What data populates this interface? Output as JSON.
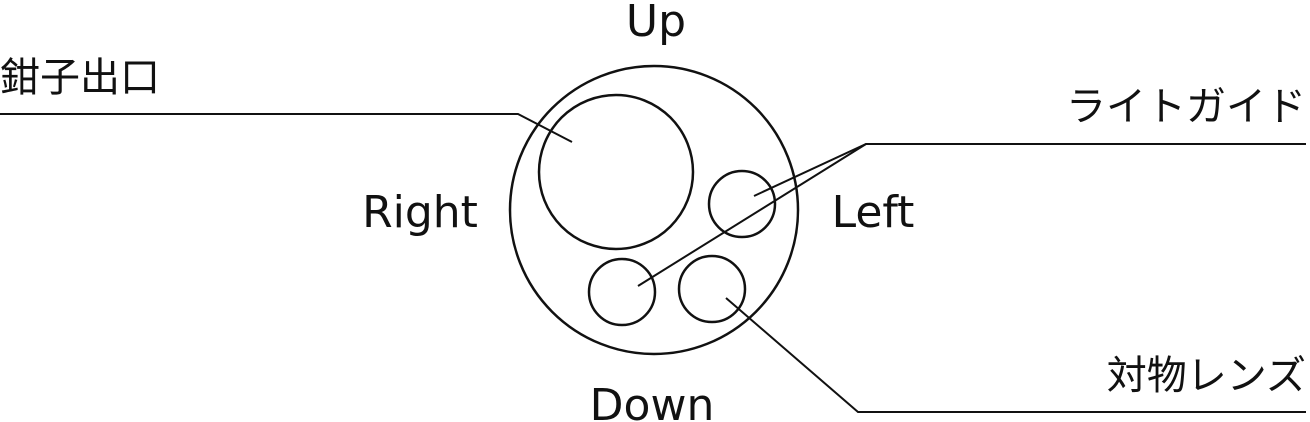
{
  "diagram": {
    "directions": {
      "up": "Up",
      "down": "Down",
      "left": "Left",
      "right": "Right"
    },
    "labels": {
      "forceps_outlet": "鉗子出口",
      "light_guide": "ライトガイド",
      "objective_lens": "対物レンズ"
    },
    "colors": {
      "stroke": "#111111",
      "background": "#ffffff"
    }
  }
}
